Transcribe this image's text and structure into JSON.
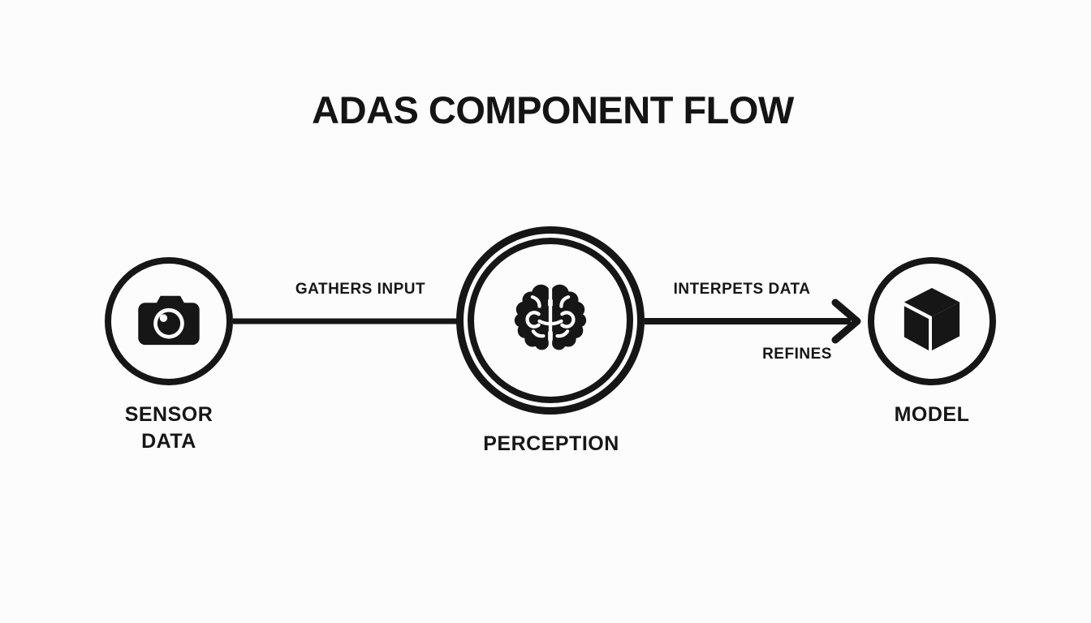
{
  "title": "ADAS COMPONENT FLOW",
  "colors": {
    "ink": "#161616",
    "background": "#fcfcfc"
  },
  "nodes": [
    {
      "id": "sensor-data",
      "icon": "camera-icon",
      "label_line1": "SENSOR",
      "label_line2": "DATA",
      "shape": "single-circle"
    },
    {
      "id": "perception",
      "icon": "brain-icon",
      "label": "PERCEPTION",
      "shape": "double-circle"
    },
    {
      "id": "model",
      "icon": "cube-icon",
      "label": "MODEL",
      "shape": "single-circle"
    }
  ],
  "edges": [
    {
      "from": "sensor-data",
      "to": "perception",
      "label": "GATHERS INPUT",
      "arrowhead": false
    },
    {
      "from": "perception",
      "to": "model",
      "label": "INTERPETS DATA",
      "secondary_label": "REFINES",
      "arrowhead": true
    }
  ]
}
